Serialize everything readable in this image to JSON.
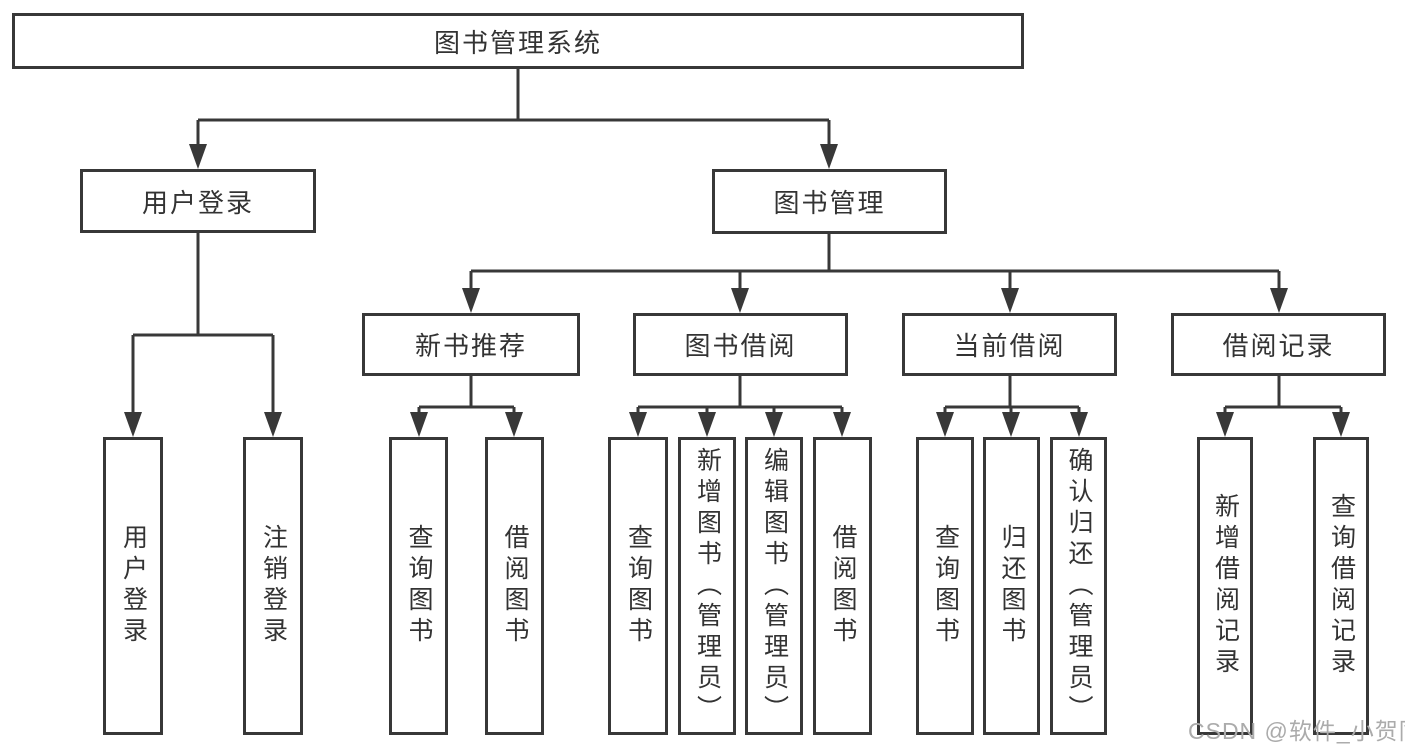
{
  "diagram": {
    "tree": {
      "label": "图书管理系统",
      "children": [
        {
          "label": "用户登录",
          "children": [
            {
              "label": "用户登录"
            },
            {
              "label": "注销登录"
            }
          ]
        },
        {
          "label": "图书管理",
          "children": [
            {
              "label": "新书推荐",
              "children": [
                {
                  "label": "查询图书"
                },
                {
                  "label": "借阅图书"
                }
              ]
            },
            {
              "label": "图书借阅",
              "children": [
                {
                  "label": "查询图书"
                },
                {
                  "label": "新增图书（管理员）"
                },
                {
                  "label": "编辑图书（管理员）"
                },
                {
                  "label": "借阅图书"
                }
              ]
            },
            {
              "label": "当前借阅",
              "children": [
                {
                  "label": "查询图书"
                },
                {
                  "label": "归还图书"
                },
                {
                  "label": "确认归还（管理员）"
                }
              ]
            },
            {
              "label": "借阅记录",
              "children": [
                {
                  "label": "新增借阅记录"
                },
                {
                  "label": "查询借阅记录"
                }
              ]
            }
          ]
        }
      ]
    },
    "colors": {
      "line": "#383838",
      "box_border": "#383838",
      "text": "#333333",
      "background": "#ffffff",
      "watermark": "#ababab"
    }
  },
  "watermark": "CSDN @软件_小贺同学"
}
